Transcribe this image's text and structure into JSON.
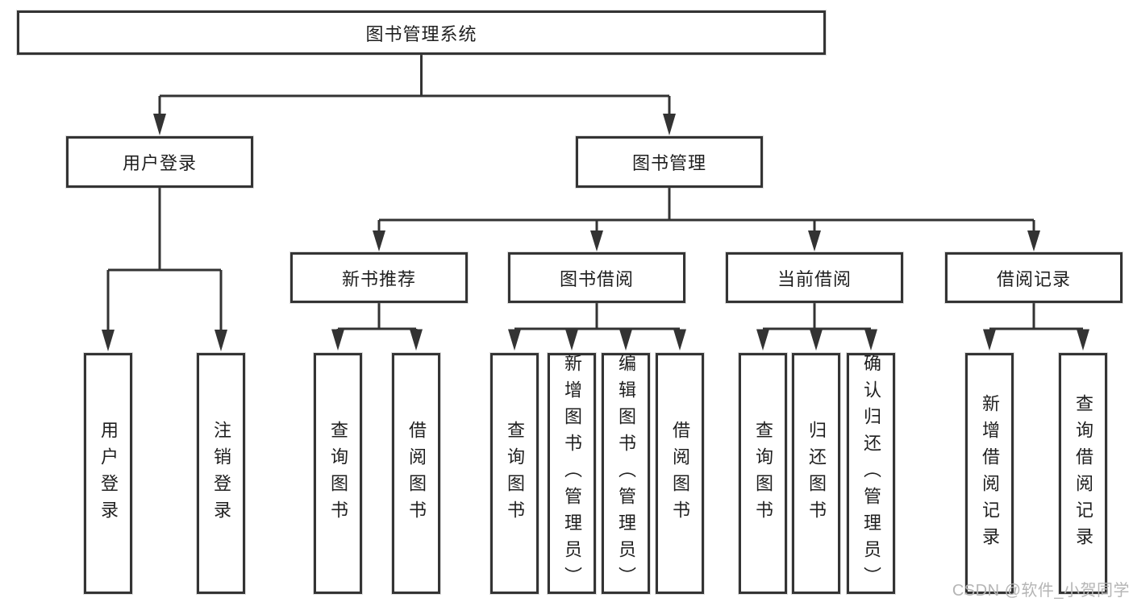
{
  "diagram": {
    "root_label": "图书管理系统",
    "branches": {
      "user_login": {
        "label": "用户登录",
        "children": [
          "用户登录",
          "注销登录"
        ]
      },
      "book_management": {
        "label": "图书管理"
      }
    },
    "modules": [
      {
        "label": "新书推荐",
        "children": [
          "查询图书",
          "借阅图书"
        ]
      },
      {
        "label": "图书借阅",
        "children": [
          "查询图书",
          "新增图书（管理员）",
          "编辑图书（管理员）",
          "借阅图书"
        ]
      },
      {
        "label": "当前借阅",
        "children": [
          "查询图书",
          "归还图书",
          "确认归还（管理员）"
        ]
      },
      {
        "label": "借阅记录",
        "children": [
          "新增借阅记录",
          "查询借阅记录"
        ]
      }
    ]
  },
  "watermark": {
    "text": "CSDN @软件_小贺同学"
  },
  "colors": {
    "line": "#333333",
    "box_border": "#343434",
    "text": "#1f1f1f",
    "watermark": "#b5b5b5",
    "background": "#ffffff"
  }
}
